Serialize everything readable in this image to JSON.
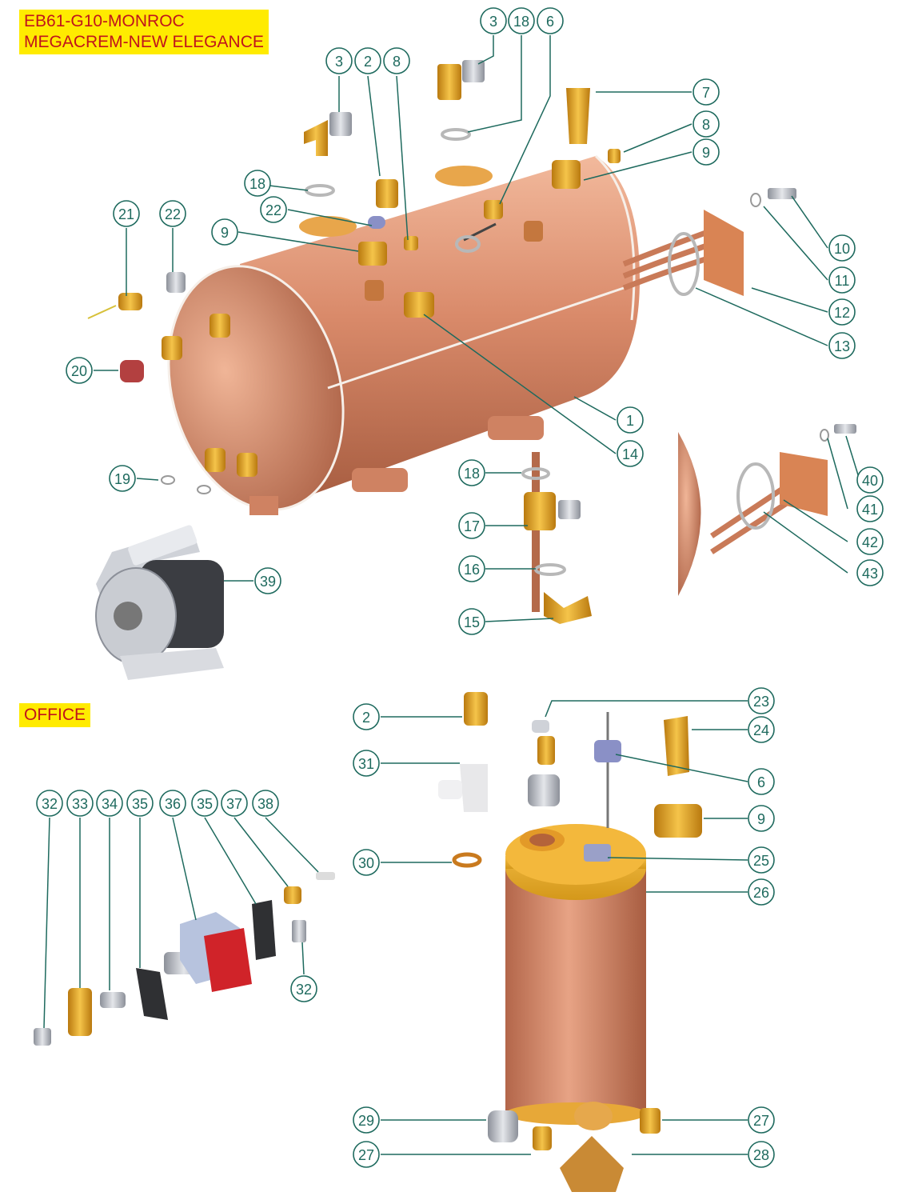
{
  "titles": {
    "main_line1": "EB61-G10-MONROC",
    "main_line2": "MEGACREM-NEW ELEGANCE",
    "office": "OFFICE"
  },
  "colors": {
    "title_bg": "#ffeb00",
    "title_text": "#c0141c",
    "callout_stroke": "#1e6a5e",
    "callout_text": "#1e6a5e",
    "copper": "#d98a6a",
    "brass": "#e0a21e",
    "steel": "#b9bcc4"
  },
  "callouts": {
    "c1": "1",
    "c2a": "2",
    "c2b": "2",
    "c3a": "3",
    "c3b": "3",
    "c6a": "6",
    "c6b": "6",
    "c7": "7",
    "c8a": "8",
    "c8b": "8",
    "c9a": "9",
    "c9b": "9",
    "c9c": "9",
    "c10": "10",
    "c11": "11",
    "c12": "12",
    "c13": "13",
    "c14": "14",
    "c15": "15",
    "c16": "16",
    "c17": "17",
    "c18a": "18",
    "c18b": "18",
    "c18c": "18",
    "c19": "19",
    "c20": "20",
    "c21": "21",
    "c22a": "22",
    "c22b": "22",
    "c23": "23",
    "c24": "24",
    "c25": "25",
    "c26": "26",
    "c27a": "27",
    "c27b": "27",
    "c28": "28",
    "c29": "29",
    "c30": "30",
    "c31": "31",
    "c32a": "32",
    "c32b": "32",
    "c33": "33",
    "c34": "34",
    "c35a": "35",
    "c35b": "35",
    "c36": "36",
    "c37": "37",
    "c38": "38",
    "c39": "39",
    "c40": "40",
    "c41": "41",
    "c42": "42",
    "c43": "43"
  }
}
